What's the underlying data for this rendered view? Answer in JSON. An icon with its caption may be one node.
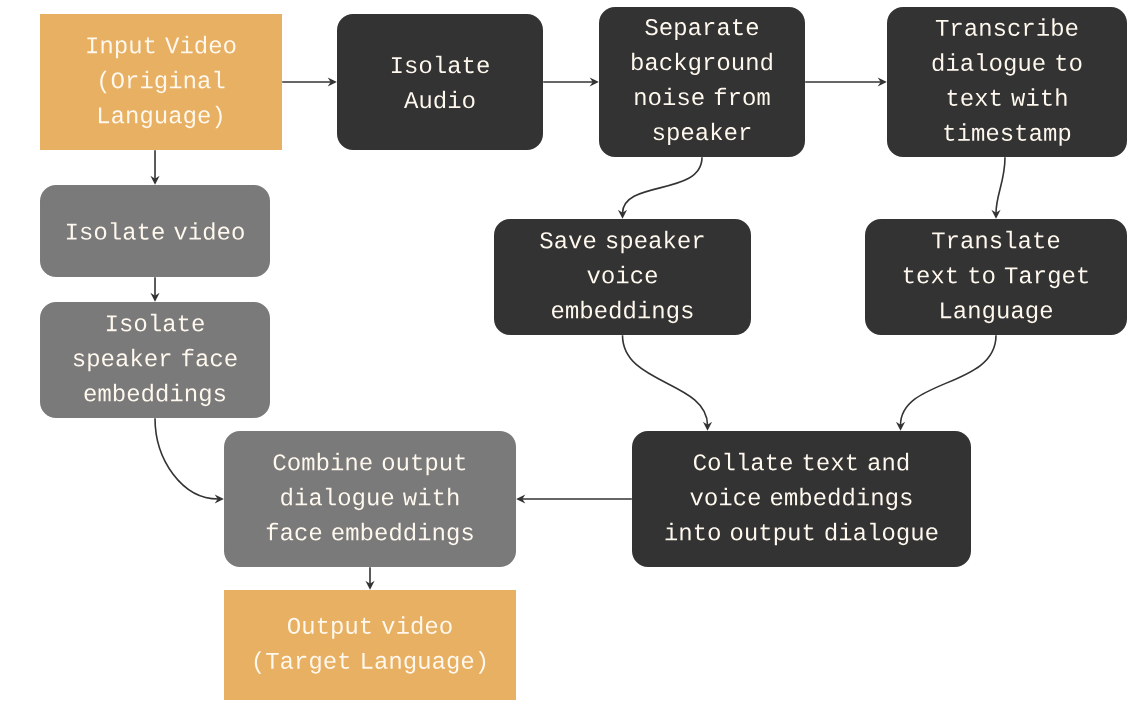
{
  "diagram": {
    "nodes": [
      {
        "text": [
          "Input Video (Original Language)"
        ]
      },
      {
        "text": [
          "Isolate Audio"
        ]
      },
      {
        "text": [
          "Separate background noise from speaker"
        ]
      },
      {
        "text": [
          "Transcribe dialogue to text with timestamp"
        ]
      },
      {
        "text": [
          "Isolate video"
        ]
      },
      {
        "text": [
          "Isolate speaker face embeddings"
        ]
      },
      {
        "text": [
          "Save speaker voice embeddings"
        ]
      },
      {
        "text": [
          "Translate text to Target Language"
        ]
      },
      {
        "text": [
          "Combine output dialogue with face embeddings"
        ]
      },
      {
        "text": [
          "Collate text and voice embeddings into output dialogue"
        ]
      },
      {
        "text": [
          "Output video (Target Language)"
        ]
      }
    ],
    "edges": [
      {
        "from": 0,
        "to": 1,
        "arrow": "to"
      },
      {
        "from": 1,
        "to": 2,
        "arrow": "to"
      },
      {
        "from": 2,
        "to": 3,
        "arrow": "to"
      },
      {
        "from": 0,
        "to": 4,
        "arrow": "to"
      },
      {
        "from": 4,
        "to": 5,
        "arrow": "to"
      },
      {
        "from": 2,
        "to": 6,
        "arrow": "to"
      },
      {
        "from": 3,
        "to": 7,
        "arrow": "to"
      },
      {
        "from": 6,
        "to": 9,
        "arrow": "to"
      },
      {
        "from": 7,
        "to": 9,
        "arrow": "to"
      },
      {
        "from": 5,
        "to": 8,
        "arrow": "to"
      },
      {
        "from": 9,
        "to": 8,
        "arrow": "to"
      },
      {
        "from": 8,
        "to": 10,
        "arrow": "to"
      }
    ]
  }
}
